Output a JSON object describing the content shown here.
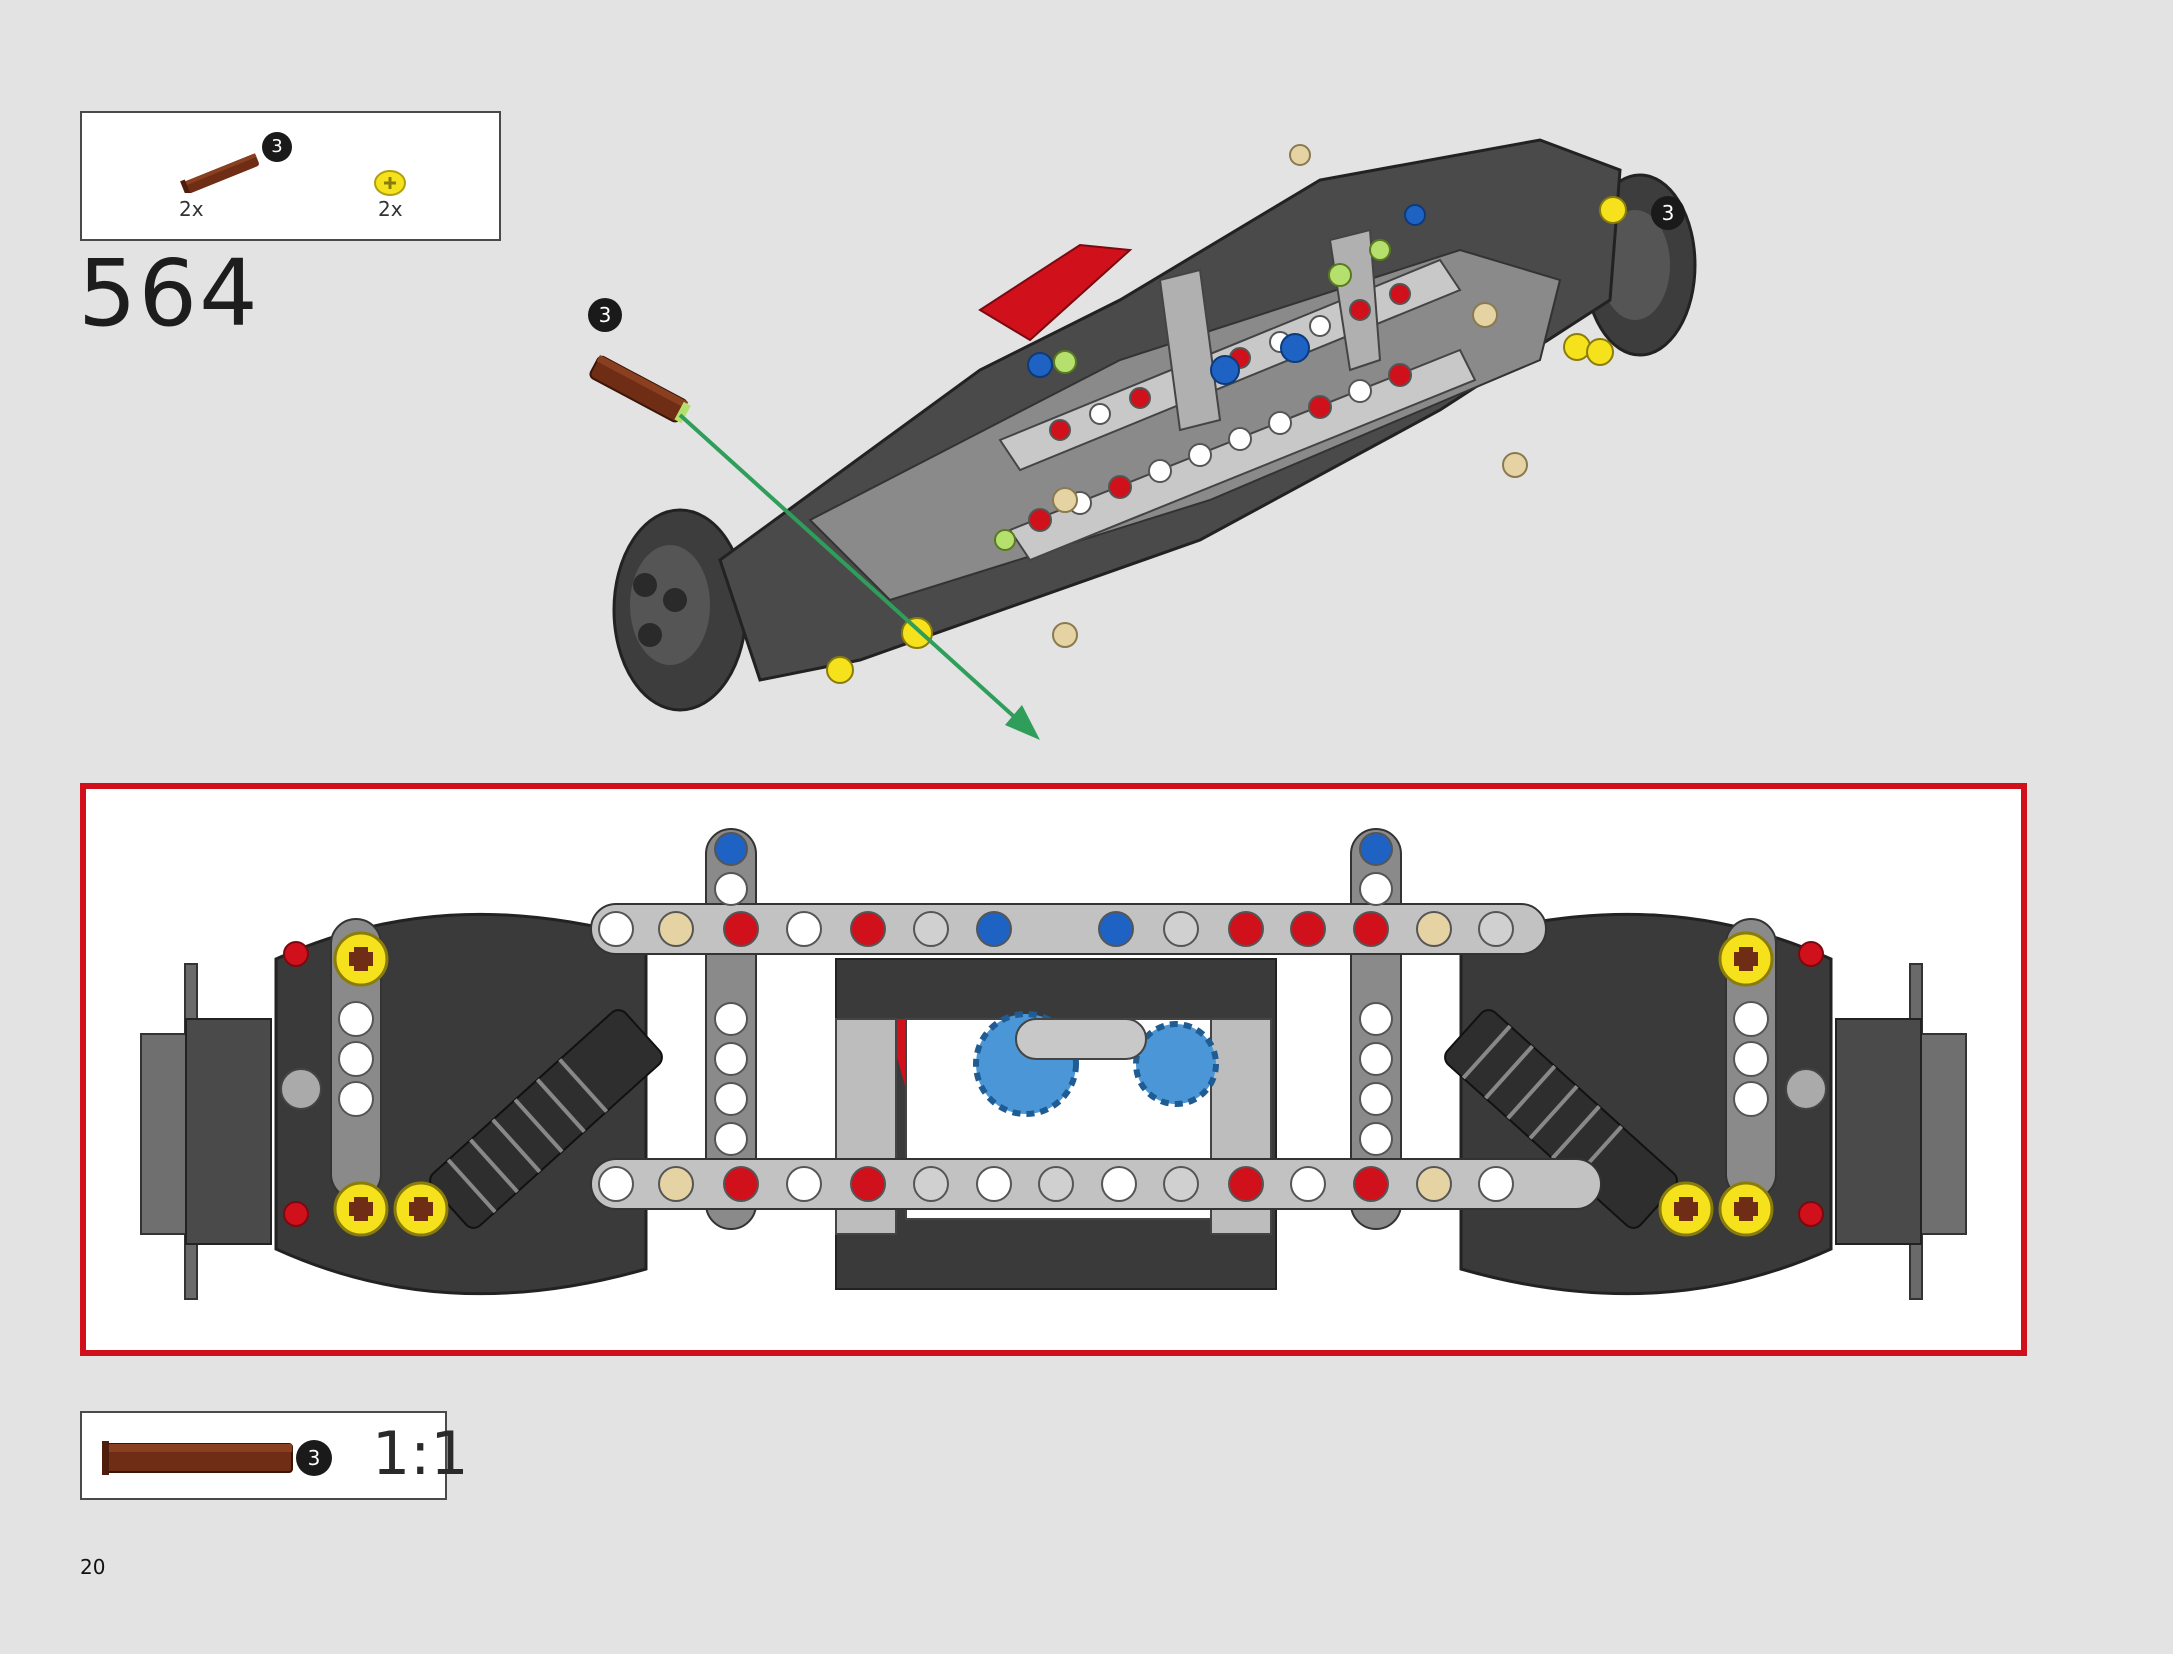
{
  "step": {
    "number": "564"
  },
  "parts_list": [
    {
      "name": "axle-pin-brown",
      "quantity": "2x",
      "callout": "3"
    },
    {
      "name": "bush-yellow",
      "quantity": "2x"
    }
  ],
  "callouts": {
    "main_left": "3",
    "main_right": "3"
  },
  "scale_reference": {
    "callout": "3",
    "label": "1:1"
  },
  "page": {
    "number": "20"
  },
  "colors": {
    "frame_dark": "#3a3a3a",
    "beam_gray": "#b5b5b5",
    "pin_red": "#d0101b",
    "pin_blue": "#1e63c4",
    "pin_yellow": "#f5e21c",
    "axle_brown": "#6e2d14",
    "gear_blue": "#4a96d6",
    "arrow_green": "#2f9e5a",
    "highlight_border": "#d0101b"
  }
}
